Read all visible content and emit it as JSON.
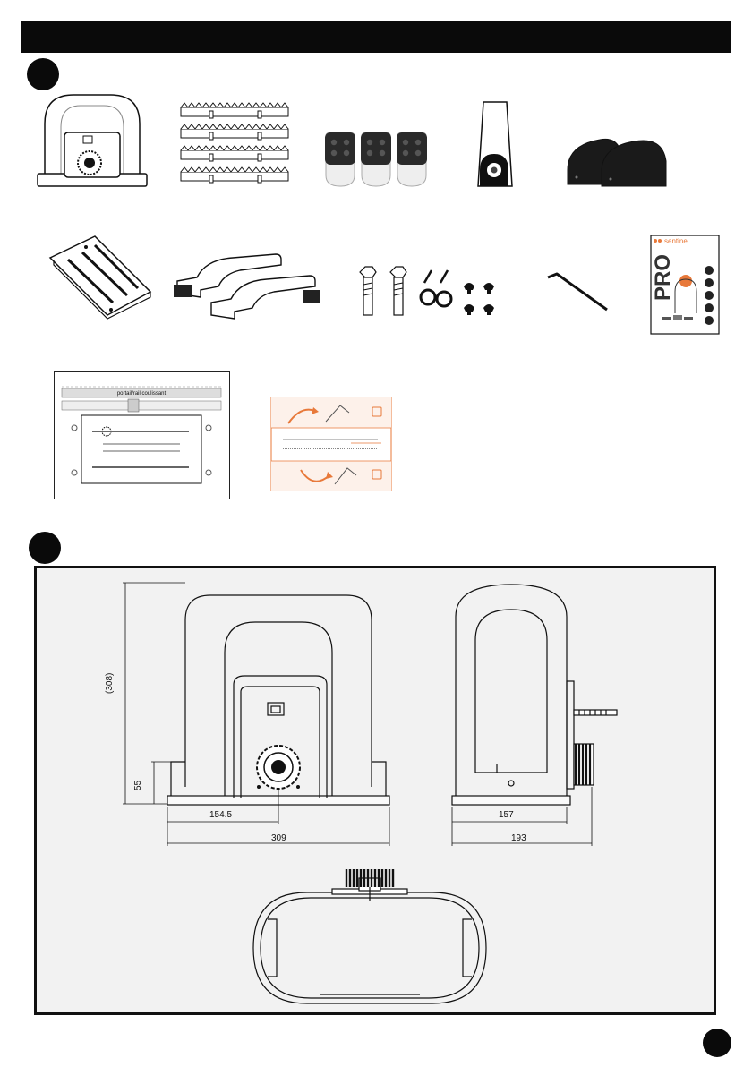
{
  "header": {
    "title": ""
  },
  "sections": [
    {
      "id": "contents",
      "number": ""
    },
    {
      "id": "dimensions",
      "number": ""
    }
  ],
  "contents": {
    "items": [
      {
        "name": "motor-unit",
        "icon": "gate-motor-icon"
      },
      {
        "name": "gear-racks",
        "icon": "gear-rack-icon",
        "count": 4
      },
      {
        "name": "remote-controls",
        "icon": "remote-control-icon",
        "count": 3
      },
      {
        "name": "photocell",
        "icon": "photocell-icon"
      },
      {
        "name": "end-stops",
        "icon": "end-stop-icon",
        "count": 2
      },
      {
        "name": "base-plate",
        "icon": "base-plate-icon"
      },
      {
        "name": "brackets",
        "icon": "bracket-icon",
        "count": 2
      },
      {
        "name": "screws-and-washers",
        "icon": "hardware-kit-icon"
      },
      {
        "name": "allen-key",
        "icon": "allen-key-icon"
      },
      {
        "name": "manual",
        "icon": "manual-booklet-icon"
      },
      {
        "name": "drilling-template",
        "icon": "template-sheet-icon"
      },
      {
        "name": "release-instructions",
        "icon": "release-card-icon"
      }
    ],
    "manual": {
      "brand": "sentinel",
      "title": "PRO"
    },
    "template": {
      "heading": "portail/rail coulissant"
    }
  },
  "dimensions": {
    "height": "(308)",
    "gear_height": "55",
    "gear_offset": "154.5",
    "width": "309",
    "side_depth": "157",
    "total_depth": "193"
  },
  "colors": {
    "accent": "#e8793a",
    "ink": "#111111",
    "frame_bg": "#f2f2f2"
  }
}
